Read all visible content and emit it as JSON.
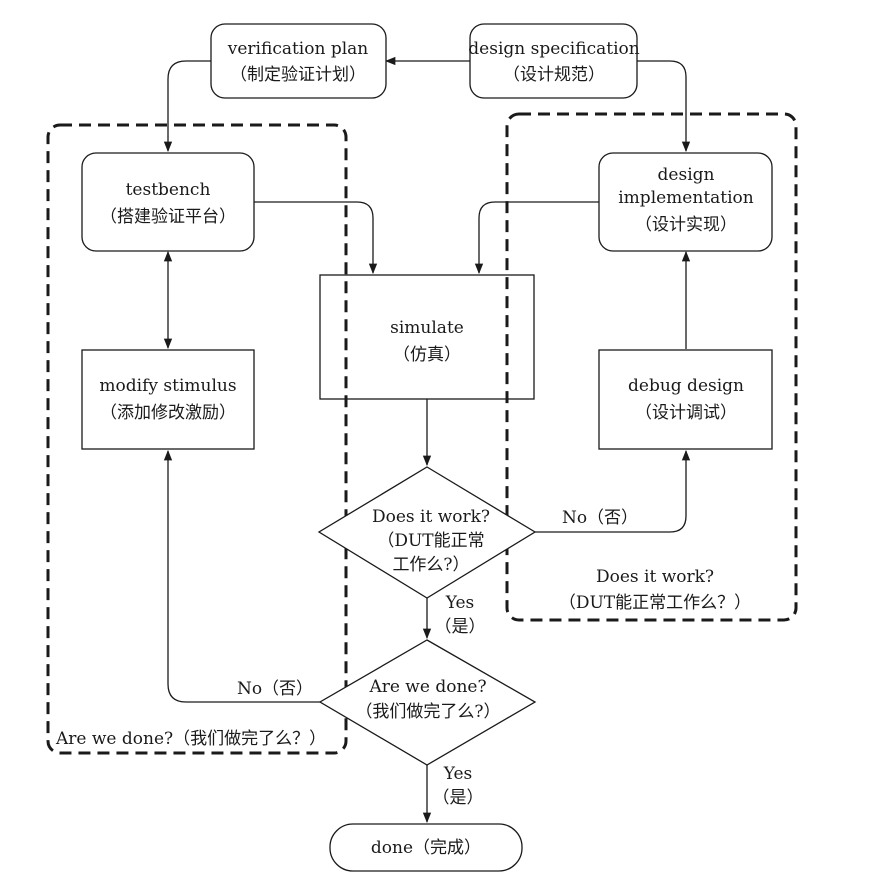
{
  "diagram": {
    "nodes": {
      "verification_plan": {
        "line1": "verification plan",
        "line2": "（制定验证计划）"
      },
      "design_spec": {
        "line1": "design specification",
        "line2": "（设计规范）"
      },
      "testbench": {
        "line1": "testbench",
        "line2": "（搭建验证平台）"
      },
      "design_impl": {
        "line1": "design",
        "line2": "implementation",
        "line3": "（设计实现）"
      },
      "simulate": {
        "line1": "simulate",
        "line2": "（仿真）"
      },
      "modify_stimulus": {
        "line1": "modify stimulus",
        "line2": "（添加修改激励）"
      },
      "debug_design": {
        "line1": "debug design",
        "line2": "（设计调试）"
      },
      "does_it_work": {
        "line1": "Does it work?",
        "line2": "（DUT能正常",
        "line3": "工作么?）"
      },
      "are_we_done": {
        "line1": "Are we done?",
        "line2": "（我们做完了么?）"
      },
      "done": {
        "line1": "done（完成）"
      }
    },
    "edge_labels": {
      "work_no": "No（否）",
      "work_yes": "Yes",
      "work_yes_cn": "（是）",
      "done_no": "No（否）",
      "done_yes": "Yes",
      "done_yes_cn": "（是）"
    },
    "group_labels": {
      "right_line1": "Does it work?",
      "right_line2": "（DUT能正常工作么？）",
      "left": "Are we done?（我们做完了么？）"
    },
    "stroke_color": "#1a1a1a"
  }
}
